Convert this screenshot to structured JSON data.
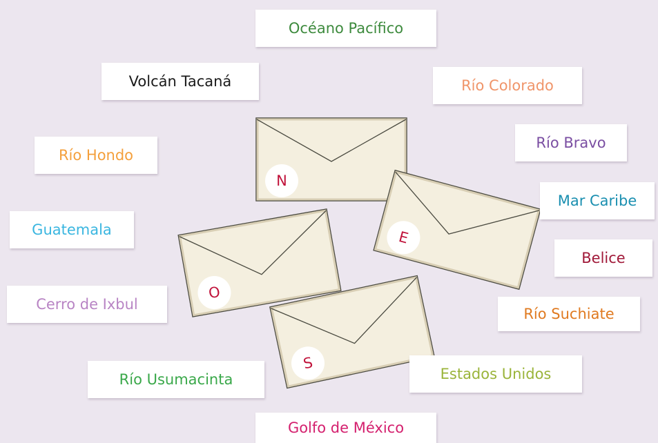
{
  "colors": {
    "background": "#ece6ef",
    "envelope_paper": "#f4efdf",
    "envelope_edge": "#4a4a40",
    "letter": "#c0123a"
  },
  "envelopes": [
    {
      "letter": "N"
    },
    {
      "letter": "O"
    },
    {
      "letter": "S"
    },
    {
      "letter": "E"
    }
  ],
  "labels": [
    {
      "text": "Océano Pacífico",
      "color": "#3d8a3d"
    },
    {
      "text": "Volcán Tacaná",
      "color": "#1a1a1a"
    },
    {
      "text": "Río Colorado",
      "color": "#f0956a"
    },
    {
      "text": "Río Hondo",
      "color": "#f4a03c"
    },
    {
      "text": "Río Bravo",
      "color": "#7a4ea2"
    },
    {
      "text": "Mar Caribe",
      "color": "#1a8fb0"
    },
    {
      "text": "Guatemala",
      "color": "#3ab6e0"
    },
    {
      "text": "Belice",
      "color": "#a01838"
    },
    {
      "text": "Cerro de Ixbul",
      "color": "#b884c4"
    },
    {
      "text": "Río Suchiate",
      "color": "#e07a20"
    },
    {
      "text": "Río Usumacinta",
      "color": "#3aa84a"
    },
    {
      "text": "Estados Unidos",
      "color": "#9ab43a"
    },
    {
      "text": "Golfo de México",
      "color": "#d4206e"
    }
  ]
}
